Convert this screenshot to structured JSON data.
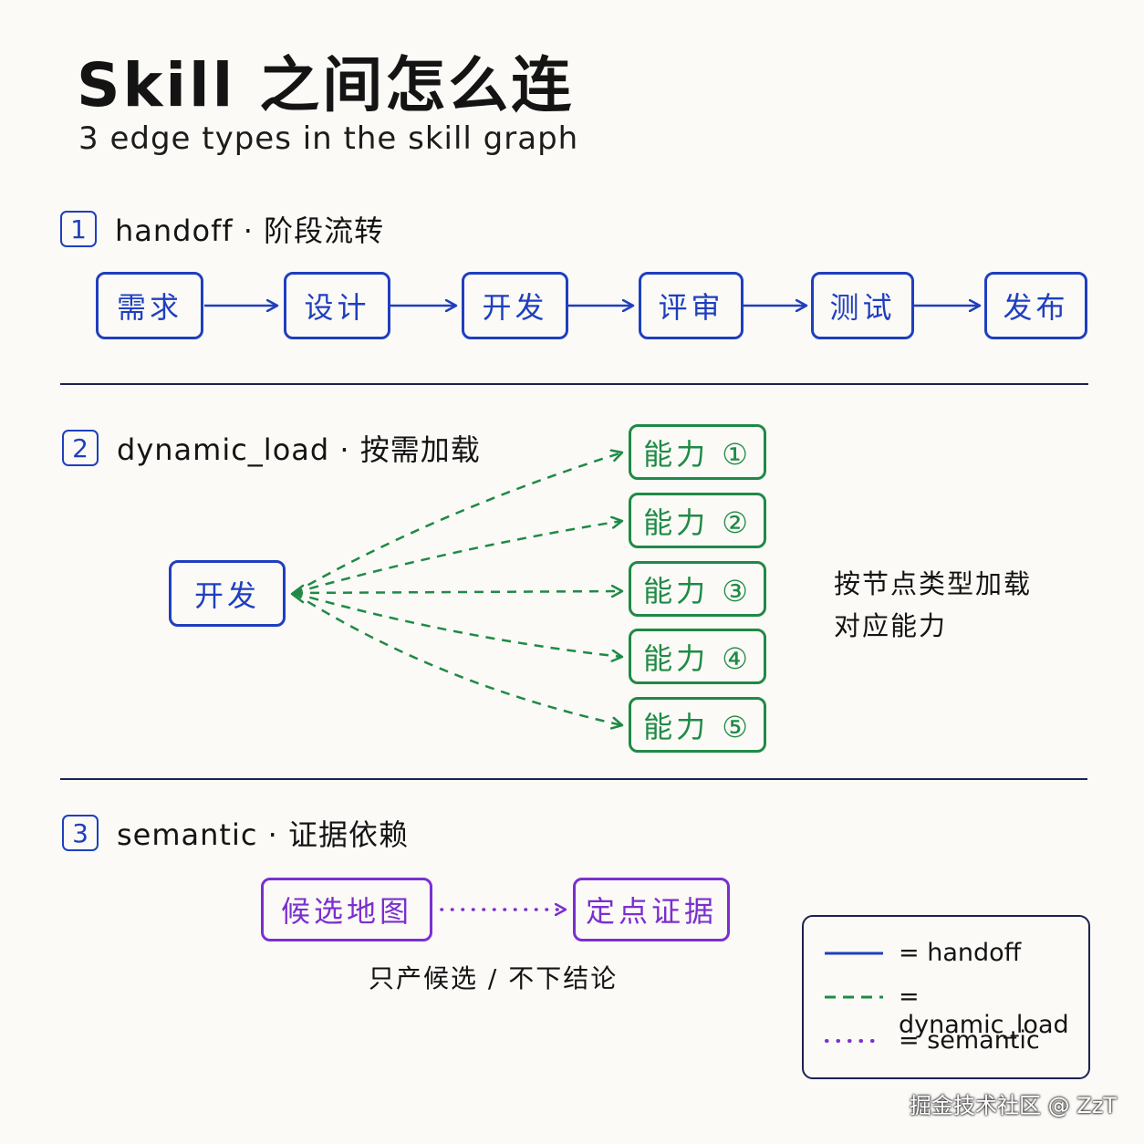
{
  "title": "Skill 之间怎么连",
  "subtitle": "3 edge types in the skill graph",
  "sections": [
    {
      "number": "1",
      "label": "handoff · 阶段流转"
    },
    {
      "number": "2",
      "label": "dynamic_load · 按需加载"
    },
    {
      "number": "3",
      "label": "semantic · 证据依赖"
    }
  ],
  "handoff_nodes": [
    "需求",
    "设计",
    "开发",
    "评审",
    "测试",
    "发布"
  ],
  "dynamic_load": {
    "source": "开发",
    "targets": [
      "能力 ①",
      "能力 ②",
      "能力 ③",
      "能力 ④",
      "能力 ⑤"
    ],
    "note_line1": "按节点类型加载",
    "note_line2": "对应能力"
  },
  "semantic": {
    "from": "候选地图",
    "to": "定点证据",
    "caption": "只产候选 / 不下结论"
  },
  "legend": [
    {
      "text": "= handoff",
      "color": "#1f3fbf",
      "style": "solid"
    },
    {
      "text": "= dynamic_load",
      "color": "#1f8a46",
      "style": "dashed"
    },
    {
      "text": "= semantic",
      "color": "#7a2fd0",
      "style": "dotted"
    }
  ],
  "watermark": "掘金技术社区 @ ZzT",
  "colors": {
    "handoff": "#1f3fbf",
    "dynamic_load": "#1f8a46",
    "semantic": "#7a2fd0",
    "ink": "#1b2250"
  }
}
